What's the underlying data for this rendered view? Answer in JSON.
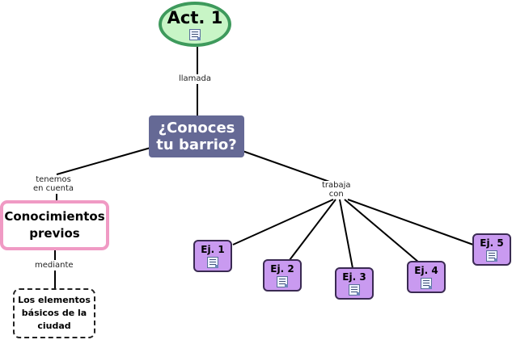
{
  "nodes": {
    "act1": {
      "label": "Act. 1"
    },
    "main": {
      "line1": "¿Conoces",
      "line2": "tu barrio?"
    },
    "prev": {
      "line1": "Conocimientos",
      "line2": "previos"
    },
    "elem": {
      "line1": "Los elementos",
      "line2": "básicos de la",
      "line3": "ciudad"
    },
    "ej1": {
      "label": "Ej. 1"
    },
    "ej2": {
      "label": "Ej. 2"
    },
    "ej3": {
      "label": "Ej. 3"
    },
    "ej4": {
      "label": "Ej. 4"
    },
    "ej5": {
      "label": "Ej. 5"
    }
  },
  "links": {
    "llamada": "llamada",
    "tenemos_line1": "tenemos",
    "tenemos_line2": "en cuenta",
    "mediante": "mediante",
    "trabaja_line1": "trabaja",
    "trabaja_line2": "con"
  },
  "icons": {
    "attachment": "document-icon"
  },
  "colors": {
    "act1_fill": "#c8f5c6",
    "act1_border": "#3e9a5c",
    "main_fill": "#656995",
    "prev_border": "#f09ac4",
    "ej_fill": "#c99af0"
  }
}
